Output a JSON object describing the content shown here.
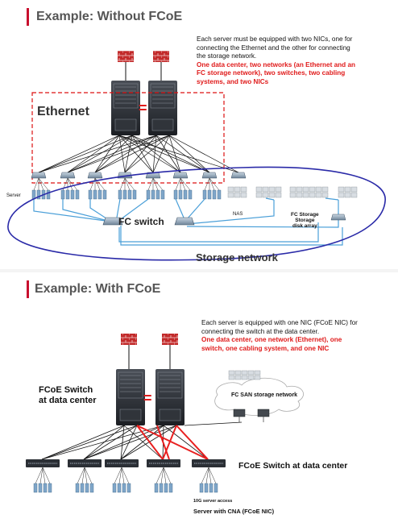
{
  "without": {
    "title": "Example: Without FCoE",
    "desc_line1": "Each server must be equipped with two NICs, one for",
    "desc_line2": "connecting the Ethernet and the other for connecting",
    "desc_line3": "the storage network.",
    "highlight_line1": "One data center, two networks (an Ethernet and an",
    "highlight_line2": "FC storage network), two switches, two cabling",
    "highlight_line3": "systems, and two NICs",
    "ethernet_label": "Ethernet",
    "server_label": "Server",
    "fc_switch_label": "FC switch",
    "nas_label": "NAS",
    "fc_storage_line1": "FC Storage",
    "fc_storage_line2": "Storage",
    "fc_storage_line3": "disk array",
    "storage_network_label": "Storage network",
    "equals": "="
  },
  "with": {
    "title": "Example: With FCoE",
    "desc_line1": "Each server is equipped with one NIC (FCoE NIC) for",
    "desc_line2": "connecting the switch at the data center.",
    "highlight_line1": "One data center, one network (Ethernet), one",
    "highlight_line2": "switch, one cabling system, and one NIC",
    "fcoe_switch_line1": "FCoE  Switch",
    "fcoe_switch_line2": "at data center",
    "fc_san_label": "FC SAN storage network",
    "fcoe_switch_right": "FCoE  Switch at data center",
    "server_access": "10G server access",
    "server_cna": "Server with CNA (FCoE NIC)",
    "equals": "="
  },
  "colors": {
    "accent_red": "#c8102e",
    "highlight_red": "#e01b1b",
    "title_gray": "#555555",
    "storage_ellipse": "#2a2aa8",
    "fc_cable_blue": "#4a9fd8",
    "red_link": "#e82020"
  }
}
